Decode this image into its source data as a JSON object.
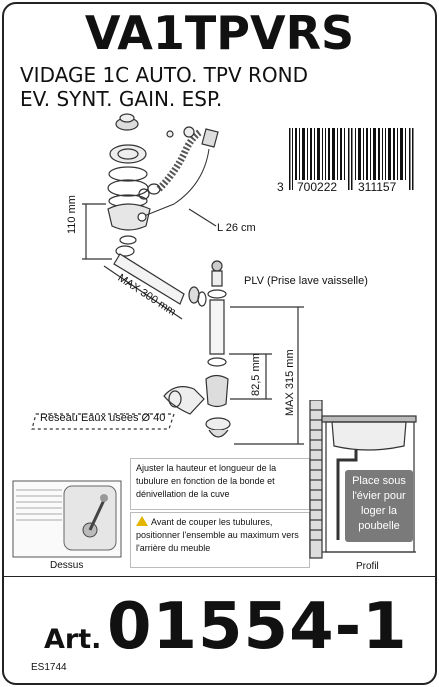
{
  "product": {
    "code": "VA1TPVRS",
    "description_line1": "VIDAGE 1C AUTO. TPV ROND",
    "description_line2": "EV. SYNT. GAIN. ESP."
  },
  "barcode": {
    "digit_first": "3",
    "digits_group1": "700222",
    "digits_group2": "311157"
  },
  "diagram": {
    "dim_110": "110 mm",
    "cable_length": "L 26 cm",
    "max_300": "MAX 300 mm",
    "plv": "PLV (Prise lave vaisselle)",
    "dim_82": "82,5 mm",
    "max_315": "MAX 315 mm",
    "reseau": "Réseau Eaux usées Ø 40"
  },
  "notes": {
    "adjust": "Ajuster la hauteur et longueur de la tubulure en fonction de la bonde et dénivellation de la cuve",
    "warning": "Avant de couper les tubulures, positionner l'ensemble au maximum vers l'arrière du meuble",
    "warning_icon": "warning-triangle-icon"
  },
  "views": {
    "top_caption": "Dessus",
    "profile_caption": "Profil",
    "bubble_line1": "Place sous",
    "bubble_line2": "l'évier pour",
    "bubble_line3": "loger la",
    "bubble_line4": "poubelle"
  },
  "footer": {
    "art_prefix": "Art.",
    "art_number": "01554-1",
    "batch": "ES1744"
  }
}
